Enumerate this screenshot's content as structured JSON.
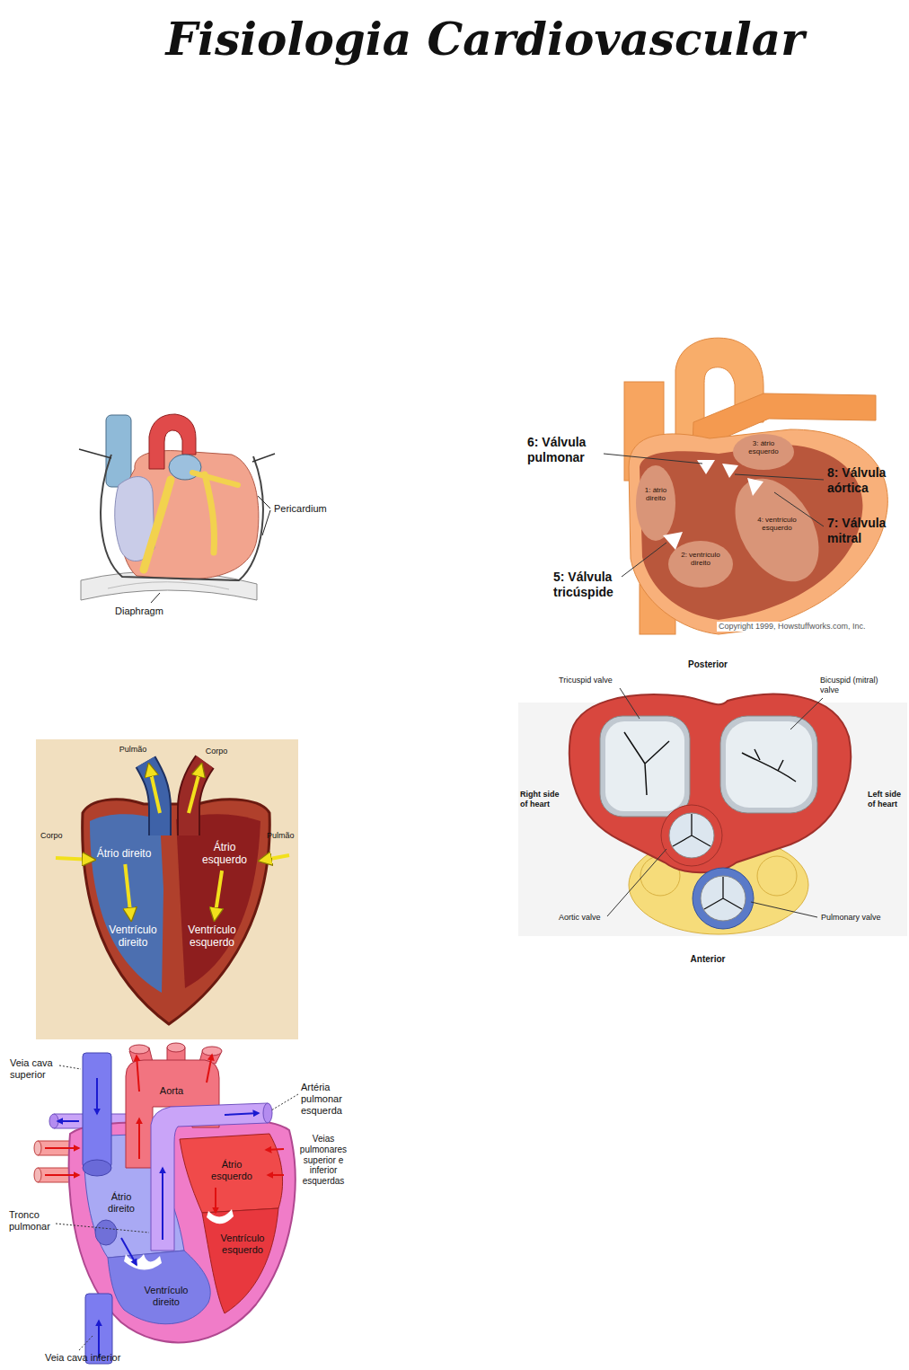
{
  "diagram": {
    "title": "Fisiologia Cardiovascular",
    "nodes": [
      {
        "text": [
          "Átrio direito"
        ]
      },
      {
        "text": [
          "Átrio esquerdo"
        ]
      },
      {
        "text": [
          "Ventrículo direito"
        ]
      },
      {
        "text": [
          "Ventrículo esquerdo"
        ]
      }
    ],
    "edges": [
      {
        "from": 0,
        "to": 2,
        "arrow": "to"
      },
      {
        "from": 1,
        "to": 3,
        "arrow": "to"
      }
    ],
    "labels": [
      "Pericardium",
      "Diaphragm",
      "6: Válvula pulmonar",
      "1: átrio direito",
      "3: átrio esquerdo",
      "8: Válvula aórtica",
      "4: ventrículo esquerdo",
      "7: Válvula mitral",
      "2: ventrículo direito",
      "5: Válvula tricúspide",
      "Copyright 1999, Howstuffworks.com, Inc.",
      "Posterior",
      "Tricuspid valve",
      "Bicuspid (mitral) valve",
      "Right side of heart",
      "Left side of heart",
      "Aortic valve",
      "Pulmonary valve",
      "Anterior",
      "Pulmão",
      "Corpo",
      "Corpo",
      "Pulmão",
      "Veia cava superior",
      "Aorta",
      "Artéria pulmonar esquerda",
      "Veias pulmonares superior e inferior esquerdas",
      "Átrio direito",
      "Átrio esquerdo",
      "Tronco pulmonar",
      "Ventrículo direito",
      "Ventrículo esquerdo",
      "Veia cava inferior"
    ]
  }
}
